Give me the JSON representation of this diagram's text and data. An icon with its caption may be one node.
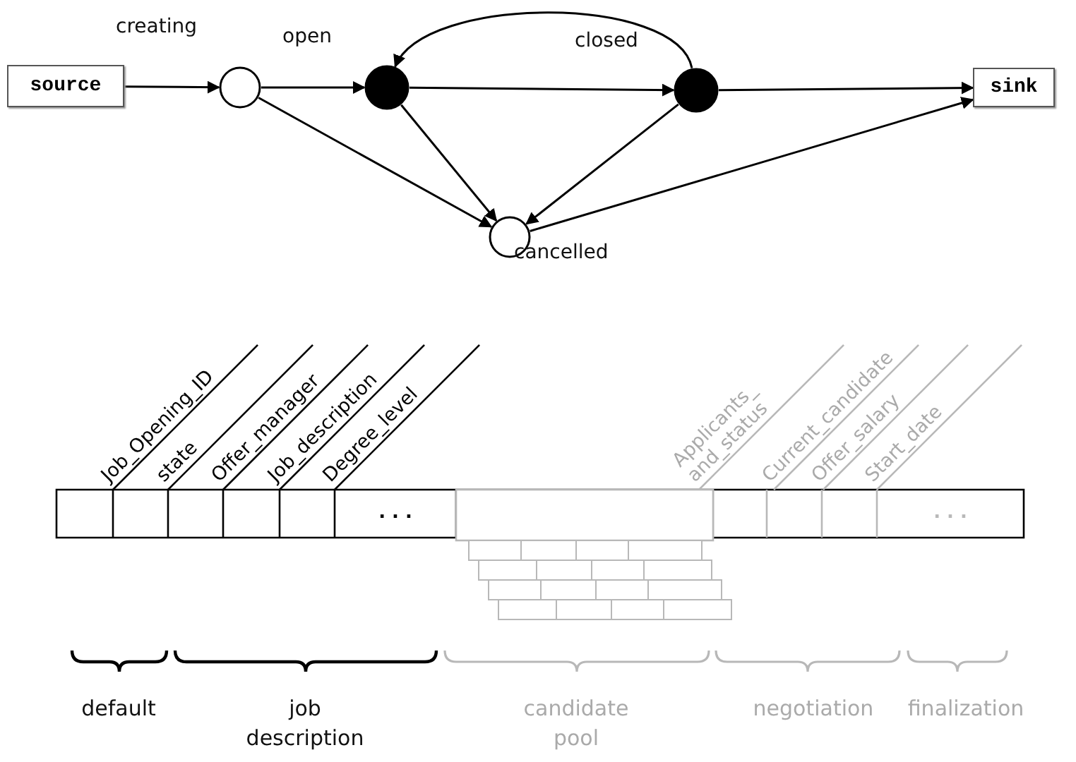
{
  "diagram": {
    "nodes": [
      {
        "text": [
          "source"
        ]
      },
      {
        "text": [],
        "shape": "circle",
        "beside": [
          "creating"
        ]
      },
      {
        "text": [],
        "shape": "circle",
        "beside": [
          "open"
        ]
      },
      {
        "text": [],
        "shape": "circle",
        "beside": [
          "closed"
        ]
      },
      {
        "text": [
          "sink"
        ]
      },
      {
        "text": [],
        "shape": "circle",
        "beside": [
          "cancelled"
        ]
      }
    ],
    "edges": [
      {
        "from": 0,
        "to": 1,
        "arrow": "to"
      },
      {
        "from": 1,
        "to": 2,
        "arrow": "to"
      },
      {
        "from": 2,
        "to": 3,
        "arrow": "to"
      },
      {
        "from": 3,
        "to": 4,
        "arrow": "to"
      },
      {
        "from": 3,
        "to": 2,
        "arrow": "to"
      },
      {
        "from": 1,
        "to": 5,
        "arrow": "to"
      },
      {
        "from": 2,
        "to": 5,
        "arrow": "to"
      },
      {
        "from": 3,
        "to": 5,
        "arrow": "to"
      },
      {
        "from": 5,
        "to": 4,
        "arrow": "to"
      }
    ],
    "labels": [
      "Job_Opening_ID",
      "state",
      "Offer_manager",
      "Job_description",
      "Degree_level",
      "Applicants_ and_status",
      "Current_candidate",
      "Offer_salary",
      "Start_date",
      ". . .",
      ". . .",
      "default",
      "job description",
      "candidate pool",
      "negotiation",
      "finalization"
    ]
  }
}
